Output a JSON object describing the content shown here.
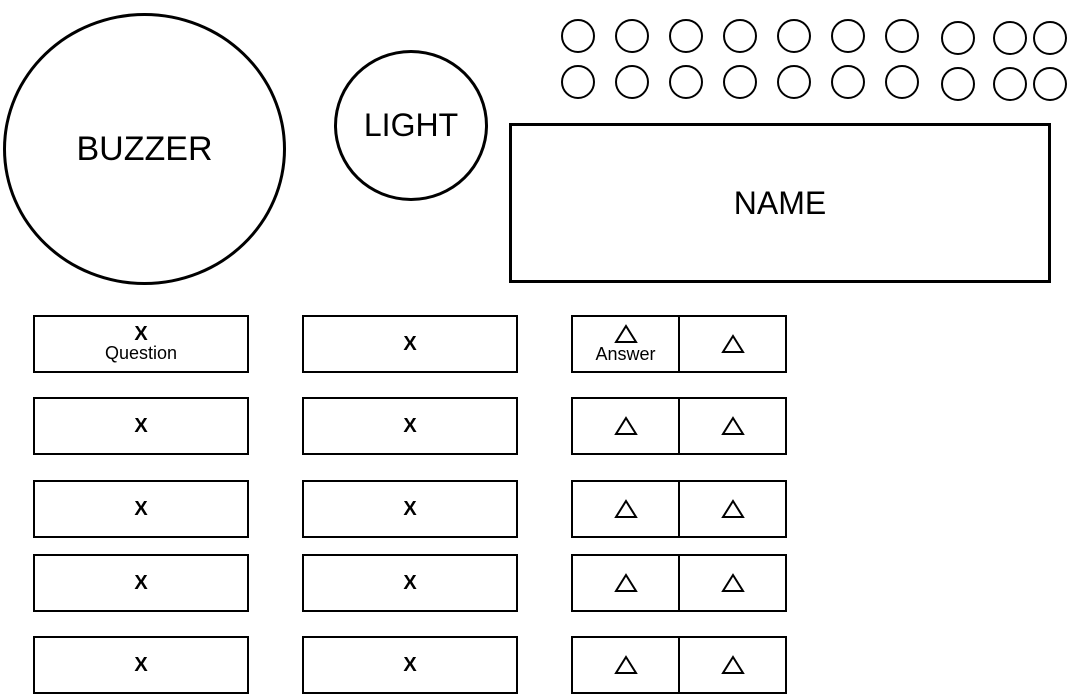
{
  "buzzer": {
    "label": "BUZZER"
  },
  "light": {
    "label": "LIGHT"
  },
  "name_box": {
    "label": "NAME"
  },
  "indicator_rows": 2,
  "indicator_cols": 10,
  "question_column_a": [
    {
      "mark": "X",
      "label": "Question"
    },
    {
      "mark": "X"
    },
    {
      "mark": "X"
    },
    {
      "mark": "X"
    },
    {
      "mark": "X"
    }
  ],
  "question_column_b": [
    {
      "mark": "X"
    },
    {
      "mark": "X"
    },
    {
      "mark": "X"
    },
    {
      "mark": "X"
    },
    {
      "mark": "X"
    }
  ],
  "answer_pairs": [
    {
      "left_label": "Answer"
    },
    {},
    {},
    {},
    {}
  ]
}
